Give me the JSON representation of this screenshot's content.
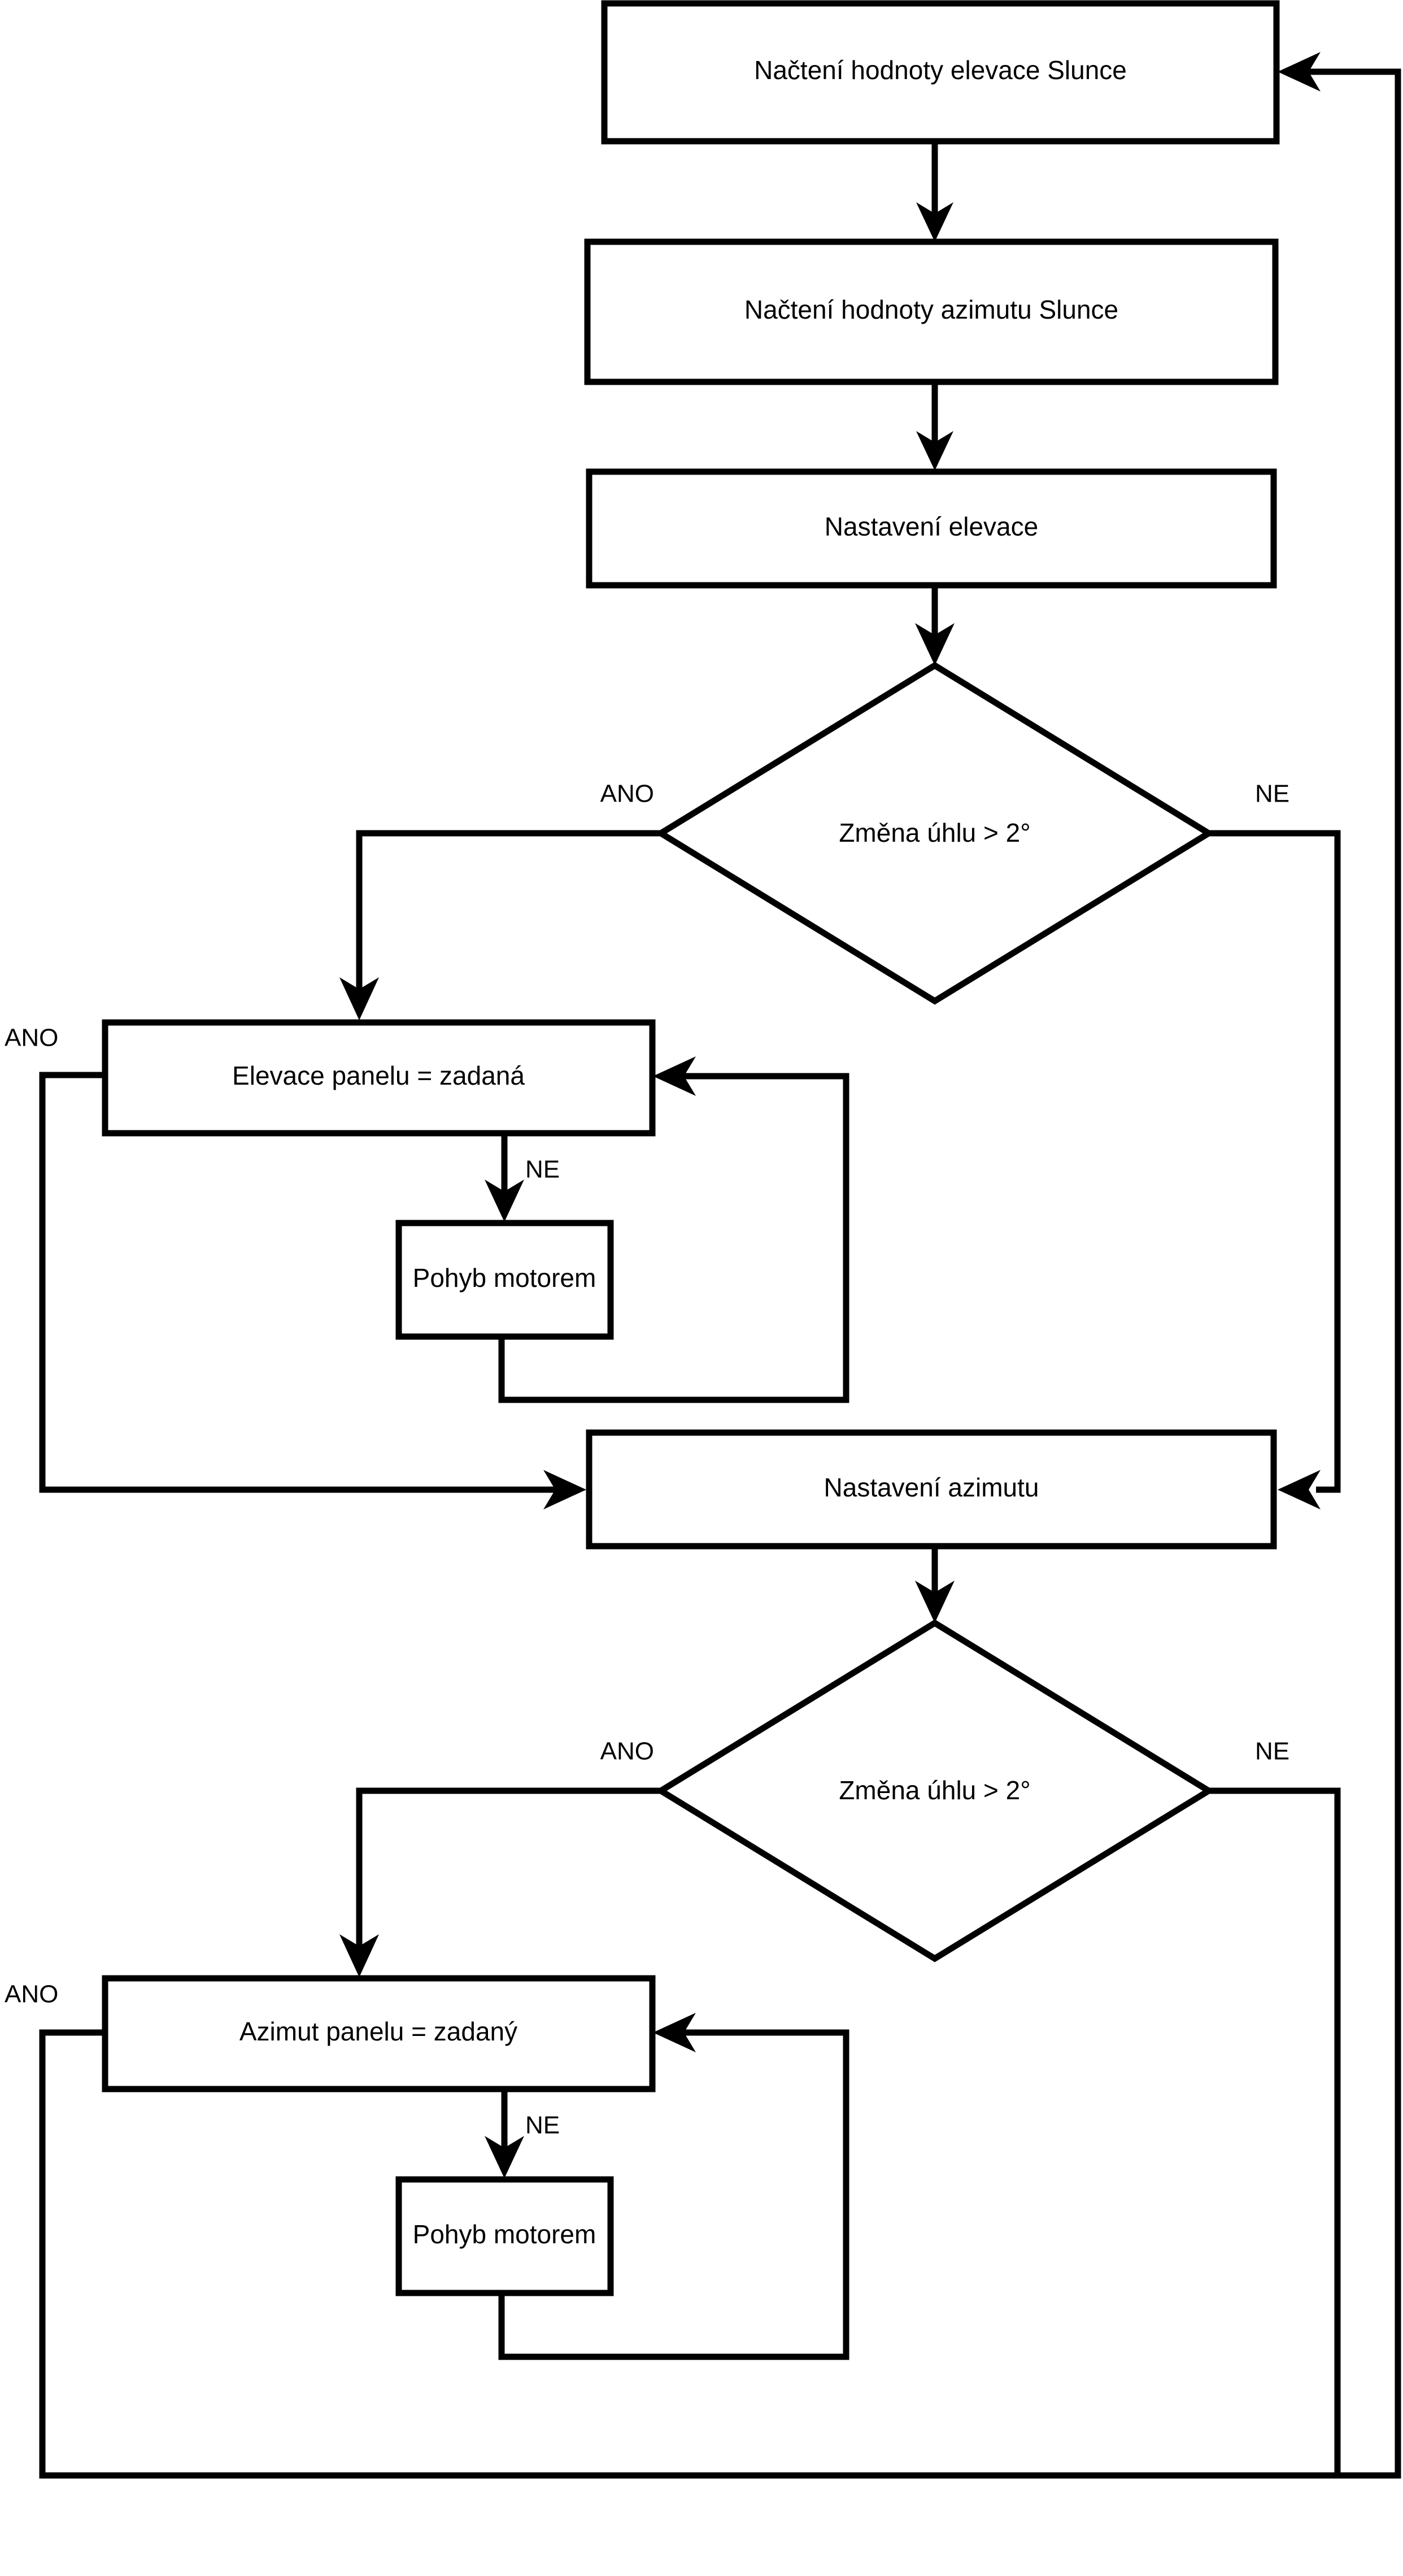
{
  "diagram": {
    "type": "flowchart",
    "language": "cs",
    "orientation": "top-to-bottom",
    "background_color": "#ffffff",
    "line_color": "#000000",
    "fill_color": "#ffffff",
    "nodes": [
      {
        "id": "read_elevation",
        "shape": "process",
        "label": "Načtení hodnoty elevace Slunce"
      },
      {
        "id": "read_azimuth",
        "shape": "process",
        "label": "Načtení hodnoty azimutu Slunce"
      },
      {
        "id": "set_elevation",
        "shape": "process",
        "label": "Nastavení elevace"
      },
      {
        "id": "decide_elev",
        "shape": "decision",
        "label": "Změna úhlu > 2°"
      },
      {
        "id": "panel_elev_eq",
        "shape": "process",
        "label": "Elevace panelu = zadaná"
      },
      {
        "id": "motor_move_1",
        "shape": "process",
        "label": "Pohyb motorem"
      },
      {
        "id": "set_azimuth",
        "shape": "process",
        "label": "Nastavení azimutu"
      },
      {
        "id": "decide_azim",
        "shape": "decision",
        "label": "Změna úhlu > 2°"
      },
      {
        "id": "panel_azim_eq",
        "shape": "process",
        "label": "Azimut panelu = zadaný"
      },
      {
        "id": "motor_move_2",
        "shape": "process",
        "label": "Pohyb motorem"
      }
    ],
    "edge_labels": {
      "yes": "ANO",
      "no": "NE"
    },
    "edges": [
      {
        "from": "read_elevation",
        "to": "read_azimuth",
        "label": ""
      },
      {
        "from": "read_azimuth",
        "to": "set_elevation",
        "label": ""
      },
      {
        "from": "set_elevation",
        "to": "decide_elev",
        "label": ""
      },
      {
        "from": "decide_elev",
        "to": "panel_elev_eq",
        "label": "ANO"
      },
      {
        "from": "decide_elev",
        "to": "set_azimuth",
        "label": "NE"
      },
      {
        "from": "panel_elev_eq",
        "to": "set_azimuth",
        "label": "ANO"
      },
      {
        "from": "panel_elev_eq",
        "to": "motor_move_1",
        "label": "NE"
      },
      {
        "from": "motor_move_1",
        "to": "panel_elev_eq",
        "label": ""
      },
      {
        "from": "set_azimuth",
        "to": "decide_azim",
        "label": ""
      },
      {
        "from": "decide_azim",
        "to": "panel_azim_eq",
        "label": "ANO"
      },
      {
        "from": "decide_azim",
        "to": "read_elevation",
        "label": "NE"
      },
      {
        "from": "panel_azim_eq",
        "to": "read_elevation",
        "label": "ANO"
      },
      {
        "from": "panel_azim_eq",
        "to": "motor_move_2",
        "label": "NE"
      },
      {
        "from": "motor_move_2",
        "to": "panel_azim_eq",
        "label": ""
      }
    ],
    "labels": {
      "decide_elev_yes": "ANO",
      "decide_elev_no": "NE",
      "panel_elev_yes": "ANO",
      "panel_elev_no": "NE",
      "decide_azim_yes": "ANO",
      "decide_azim_no": "NE",
      "panel_azim_yes": "ANO",
      "panel_azim_no": "NE"
    }
  }
}
